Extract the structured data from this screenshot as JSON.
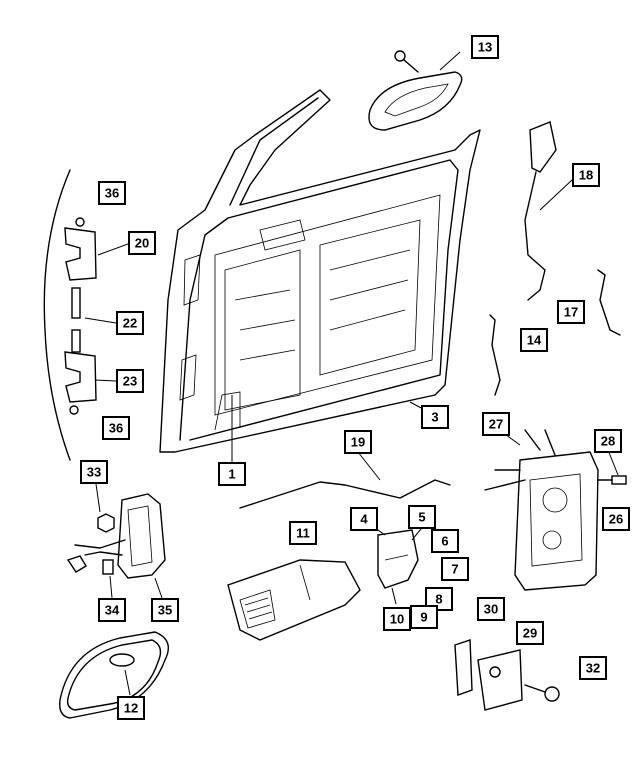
{
  "callouts": {
    "c1": "1",
    "c3": "3",
    "c4": "4",
    "c5": "5",
    "c6": "6",
    "c7": "7",
    "c8": "8",
    "c9": "9",
    "c10": "10",
    "c11": "11",
    "c12": "12",
    "c13": "13",
    "c14": "14",
    "c17": "17",
    "c18": "18",
    "c19": "19",
    "c20": "20",
    "c22": "22",
    "c23": "23",
    "c26": "26",
    "c27": "27",
    "c28": "28",
    "c29": "29",
    "c30": "30",
    "c32": "32",
    "c33": "33",
    "c34": "34",
    "c35": "35",
    "c36a": "36",
    "c36b": "36"
  }
}
